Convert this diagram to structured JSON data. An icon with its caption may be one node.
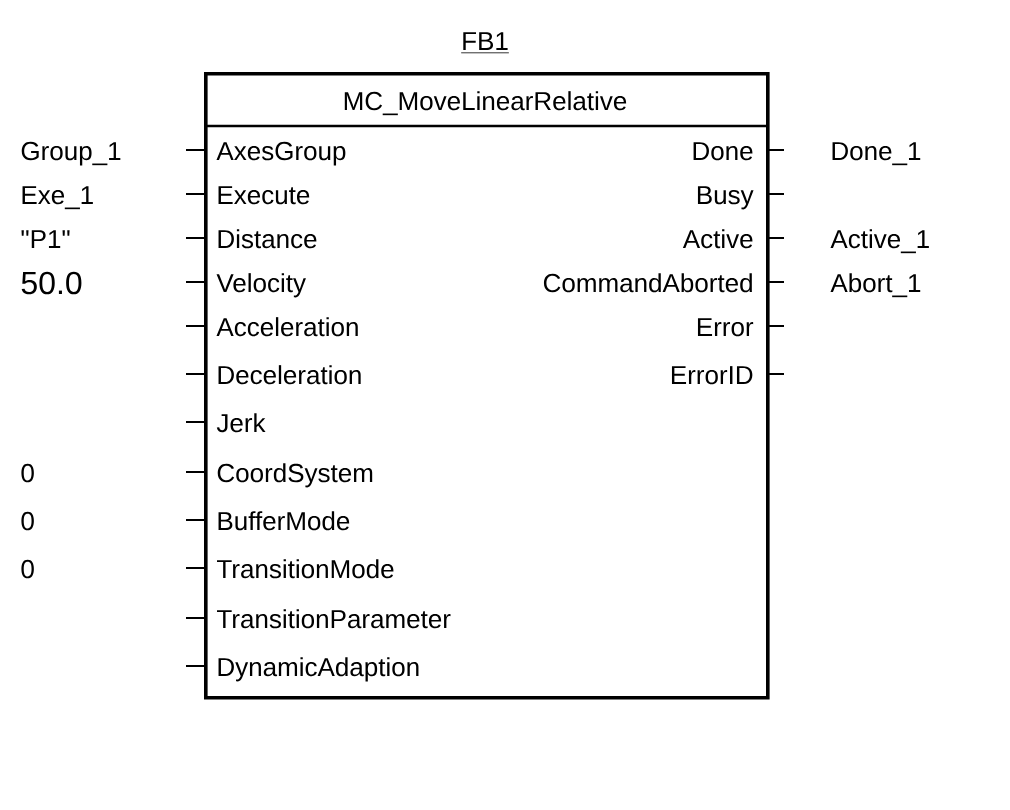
{
  "diagram": {
    "nodes": [
      {
        "text": [
          "FB1",
          "MC_MoveLinearRelative"
        ]
      }
    ],
    "edges": [],
    "labels": [
      "Group_1",
      "AxesGroup",
      "Done",
      "Done_1",
      "Exe_1",
      "Execute",
      "Busy",
      "\"P1\"",
      "Distance",
      "Active",
      "Active_1",
      "50.0",
      "Velocity",
      "CommandAborted",
      "Abort_1",
      "Acceleration",
      "Error",
      "Deceleration",
      "ErrorID",
      "Jerk",
      "0",
      "CoordSystem",
      "0",
      "BufferMode",
      "0",
      "TransitionMode",
      "TransitionParameter",
      "DynamicAdaption"
    ]
  }
}
